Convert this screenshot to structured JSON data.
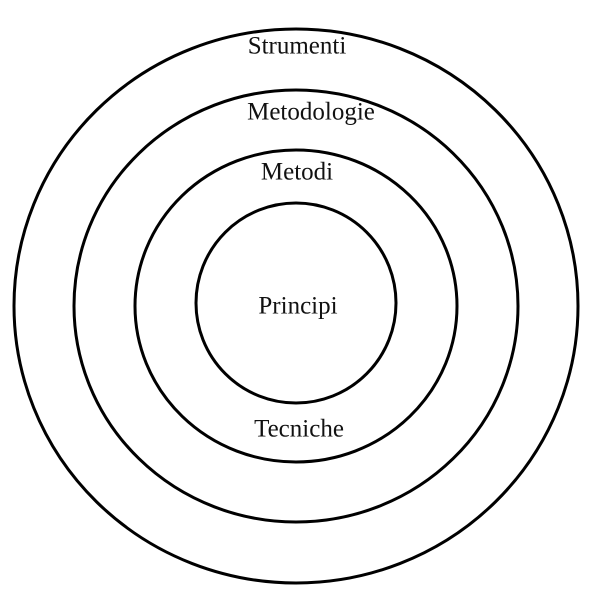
{
  "diagram": {
    "type": "concentric-circles",
    "stroke_color": "#000000",
    "labels": {
      "outer": "Strumenti",
      "second": "Metodologie",
      "third": "Metodi",
      "center": "Principi",
      "bottom": "Tecniche"
    }
  }
}
